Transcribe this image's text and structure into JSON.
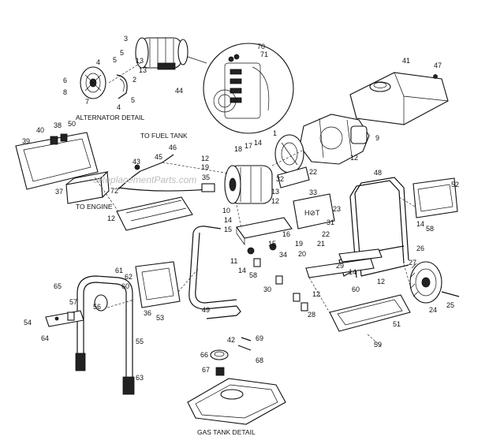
{
  "captions": {
    "alternator_detail": "ALTERNATOR DETAIL",
    "gas_tank_detail": "GAS TANK DETAIL",
    "to_fuel_tank": "TO FUEL TANK",
    "to_engine": "TO ENGINE",
    "hot_label": "H⊘T"
  },
  "watermark": "eReplacementParts.com",
  "callouts": [
    "1",
    "2",
    "3",
    "4",
    "5",
    "6",
    "7",
    "8",
    "9",
    "10",
    "11",
    "12",
    "13",
    "14",
    "15",
    "16",
    "17",
    "18",
    "19",
    "20",
    "21",
    "22",
    "23",
    "24",
    "25",
    "26",
    "27",
    "28",
    "29",
    "30",
    "31",
    "32",
    "33",
    "34",
    "35",
    "36",
    "37",
    "38",
    "39",
    "40",
    "41",
    "42",
    "43",
    "44",
    "45",
    "46",
    "47",
    "48",
    "49",
    "50",
    "51",
    "52",
    "53",
    "54",
    "55",
    "56",
    "57",
    "58",
    "59",
    "60",
    "61",
    "62",
    "63",
    "64",
    "65",
    "66",
    "67",
    "68",
    "69",
    "70",
    "71",
    "72"
  ]
}
